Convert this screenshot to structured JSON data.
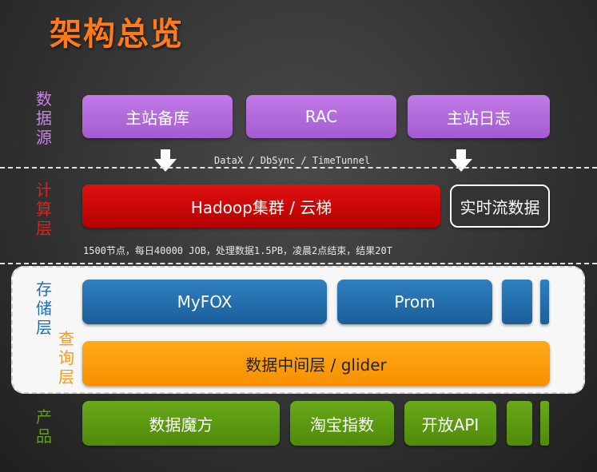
{
  "title": "架构总览",
  "layers": {
    "data_source": {
      "label": "数据源",
      "color": "#c784e6",
      "boxes": [
        "主站备库",
        "RAC",
        "主站日志"
      ],
      "tools": "DataX / DbSync / TimeTunnel"
    },
    "compute": {
      "label": "计算层",
      "color": "#e02020",
      "cluster": "Hadoop集群 / 云梯",
      "stream": "实时流数据",
      "note": "1500节点，每日40000 JOB，处理数据1.5PB，凌晨2点结束，结果20T"
    },
    "storage": {
      "label": "存储层",
      "color": "#1f6fb0",
      "boxes": [
        "MyFOX",
        "Prom"
      ]
    },
    "query": {
      "label": "查询层",
      "color": "#f59a12",
      "middleware": "数据中间层 / glider"
    },
    "product": {
      "label": "产品",
      "color": "#5fa018",
      "boxes": [
        "数据魔方",
        "淘宝指数",
        "开放API"
      ]
    }
  }
}
